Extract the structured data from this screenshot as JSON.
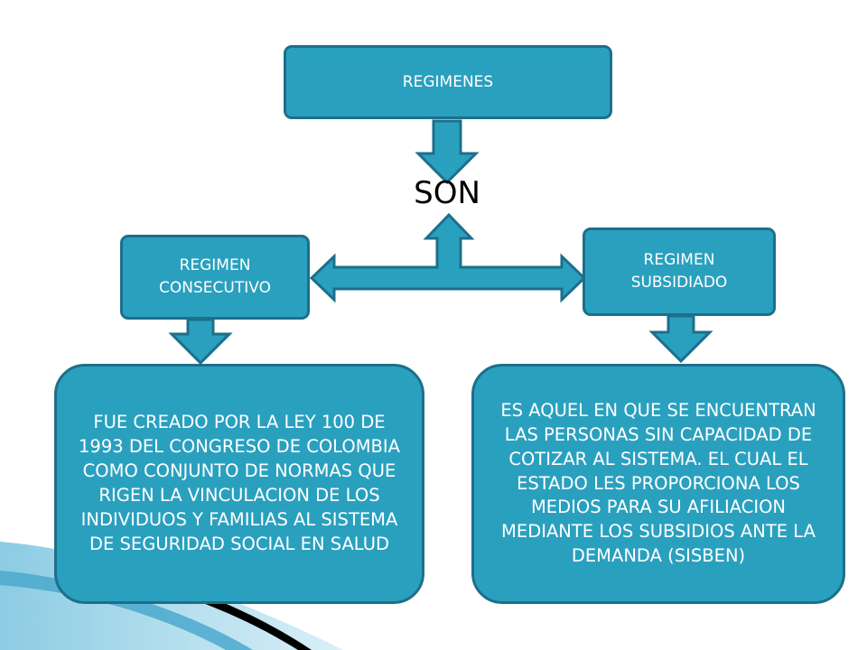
{
  "diagram": {
    "root": {
      "label": "REGIMENES"
    },
    "connector": {
      "label": "SON"
    },
    "left": {
      "title": "REGIMEN\nCONSECUTIVO",
      "description": "FUE CREADO POR LA LEY 100 DE 1993 DEL CONGRESO DE COLOMBIA COMO CONJUNTO DE NORMAS  QUE RIGEN LA VINCULACION DE LOS INDIVIDUOS Y FAMILIAS AL SISTEMA DE SEGURIDAD SOCIAL EN SALUD"
    },
    "right": {
      "title": "REGIMEN\nSUBSIDIADO",
      "description": "ES AQUEL  EN QUE SE ENCUENTRAN LAS PERSONAS SIN CAPACIDAD DE COTIZAR AL SISTEMA. EL CUAL EL ESTADO LES PROPORCIONA LOS MEDIOS PARA SU AFILIACION MEDIANTE LOS SUBSIDIOS ANTE LA DEMANDA (SISBEN)"
    },
    "colors": {
      "box_fill": "#2aa0bf",
      "box_border": "#1d6f8a",
      "text": "#ffffff",
      "accent": "#5bbcd9"
    }
  }
}
